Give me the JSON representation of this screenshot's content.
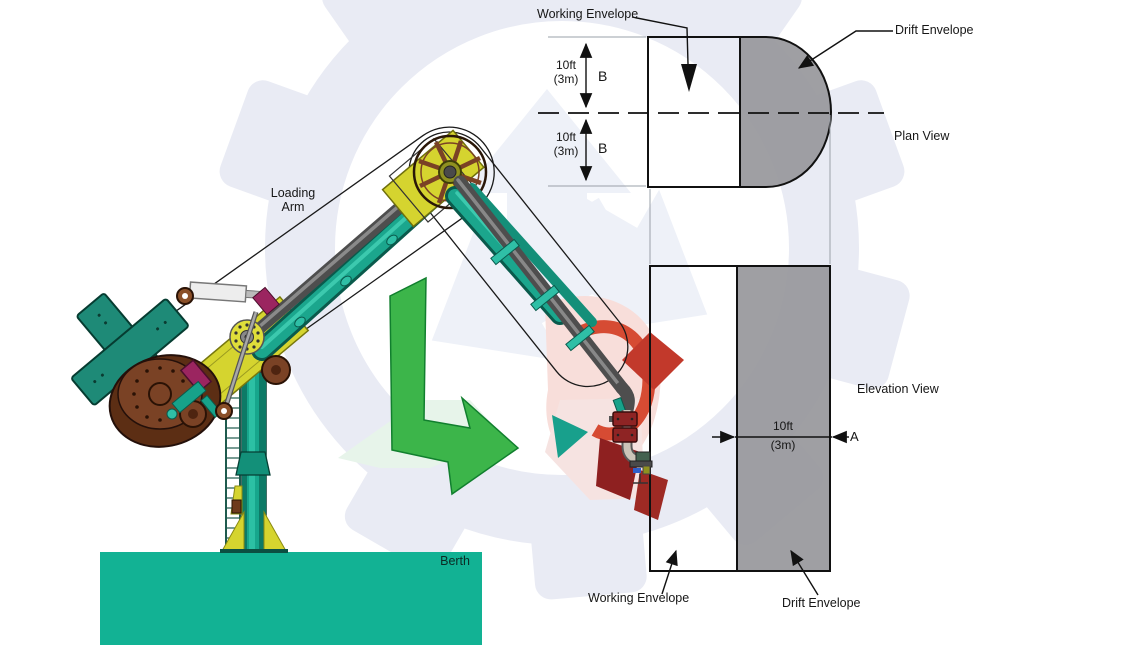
{
  "labels": {
    "working_envelope": "Working Envelope",
    "drift_envelope": "Drift Envelope",
    "plan_view": "Plan View",
    "elevation_view": "Elevation View",
    "loading_arm_line1": "Loading",
    "loading_arm_line2": "Arm",
    "berth": "Berth"
  },
  "dimensions": {
    "plan_upper": {
      "primary": "10ft",
      "secondary": "(3m)",
      "ref": "B"
    },
    "plan_lower": {
      "primary": "10ft",
      "secondary": "(3m)",
      "ref": "B"
    },
    "elevation_width": {
      "primary": "10ft",
      "secondary": "(3m)",
      "ref": "A"
    }
  },
  "colors": {
    "envelope_gray": "#97979B",
    "berth_teal": "#12B294",
    "arm_teal": "#1BA68D",
    "arm_yellow": "#D5D42F",
    "wheel_brown": "#7A4225",
    "flange_maroon": "#9B2560",
    "watermark_lavender": "#E9EBF4",
    "watermark_green": "#3CB54A",
    "watermark_red": "#D64B33"
  }
}
